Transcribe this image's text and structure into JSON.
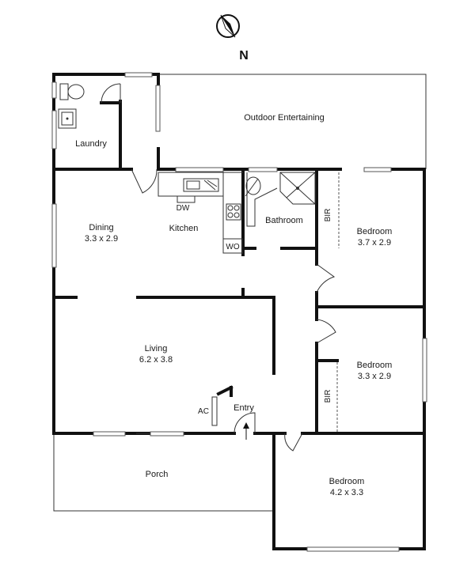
{
  "compass": {
    "label": "N"
  },
  "rooms": {
    "outdoor": {
      "name": "Outdoor Entertaining"
    },
    "laundry": {
      "name": "Laundry"
    },
    "dining": {
      "name": "Dining",
      "size": "3.3 x 2.9"
    },
    "kitchen": {
      "name": "Kitchen"
    },
    "bathroom": {
      "name": "Bathroom"
    },
    "bedroom1": {
      "name": "Bedroom",
      "size": "3.7 x 2.9"
    },
    "bedroom2": {
      "name": "Bedroom",
      "size": "3.3 x 2.9"
    },
    "bedroom3": {
      "name": "Bedroom",
      "size": "4.2 x 3.3"
    },
    "living": {
      "name": "Living",
      "size": "6.2 x 3.8"
    },
    "entry": {
      "name": "Entry"
    },
    "porch": {
      "name": "Porch"
    }
  },
  "fixtures": {
    "dw": "DW",
    "wo": "WO",
    "ac": "AC",
    "bir1": "BIR",
    "bir2": "BIR"
  }
}
